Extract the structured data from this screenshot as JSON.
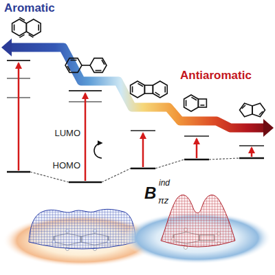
{
  "diagram": {
    "labels": [
      "Aromatic",
      "Antiaromatic",
      "LUMO",
      "HOMO",
      "B",
      "ind",
      "πz"
    ]
  }
}
